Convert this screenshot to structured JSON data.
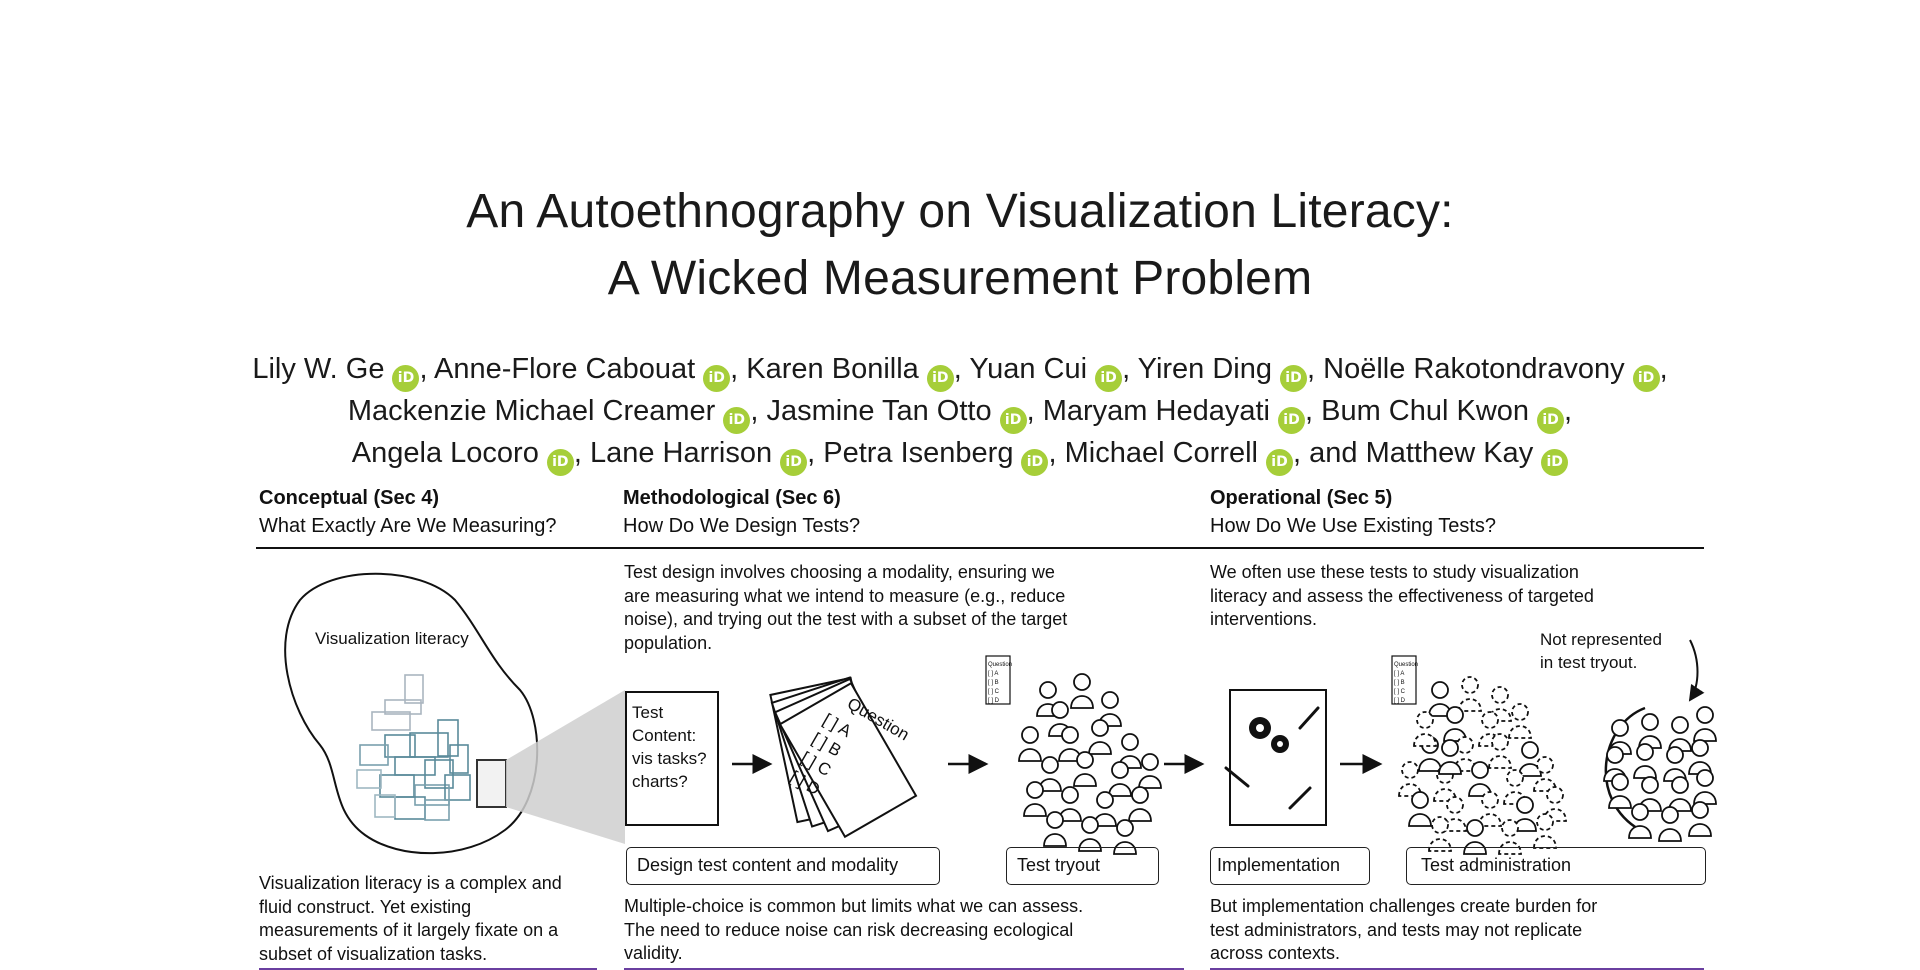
{
  "title": {
    "line1": "An Autoethnography on Visualization Literacy:",
    "line2": "A Wicked Measurement Problem"
  },
  "authors": {
    "line1": [
      "Lily W. Ge",
      "Anne-Flore Cabouat",
      "Karen Bonilla",
      "Yuan Cui",
      "Yiren Ding",
      "Noëlle Rakotondravony"
    ],
    "line2": [
      "Mackenzie Michael Creamer",
      "Jasmine Tan Otto",
      "Maryam Hedayati",
      "Bum Chul Kwon"
    ],
    "line3": [
      "Angela Locoro",
      "Lane Harrison",
      "Petra Isenberg",
      "Michael Correll",
      "Matthew Kay"
    ],
    "orcid_label": "iD",
    "last_joiner": "and",
    "orcid_color": "#a6ce39"
  },
  "sections": {
    "conceptual": {
      "title": "Conceptual (Sec 4)",
      "subtitle": "What Exactly Are We Measuring?"
    },
    "methodological": {
      "title": "Methodological (Sec 6)",
      "subtitle": "How Do We Design Tests?"
    },
    "operational": {
      "title": "Operational (Sec 5)",
      "subtitle": "How Do We Use Existing Tests?"
    }
  },
  "figure": {
    "method_intro": "Test design involves choosing a modality, ensuring we are measuring what we intend to measure (e.g., reduce noise), and trying out the test with a subset of the target population.",
    "oper_intro": "We often use these tests to study visualization literacy and assess the effectiveness of targeted interventions.",
    "blob_label": "Visualization literacy",
    "test_content": [
      "Test",
      "Content:",
      "vis tasks?",
      "charts?"
    ],
    "question_word": "Question",
    "question_options": [
      "[ ] A",
      "[ ] B",
      "[ ] C",
      "[ ] D"
    ],
    "mini_sheet": [
      "Question",
      "[ ] A",
      "[ ] B",
      "[ ] C",
      "[ ] D"
    ],
    "not_represented": [
      "Not represented",
      "in test tryout."
    ],
    "labels": {
      "design": "Design test content and modality",
      "tryout": "Test tryout",
      "implementation": "Implementation",
      "administration": "Test administration"
    },
    "concept_caption": "Visualization literacy is a complex and fluid construct. Yet existing measurements of it largely fixate on a subset of visualization tasks.",
    "method_caption": "Multiple-choice is common but limits what we can assess. The need to reduce noise can risk decreasing ecological validity.",
    "oper_caption": "But implementation challenges create burden for test administrators, and tests may not replicate across contexts."
  }
}
